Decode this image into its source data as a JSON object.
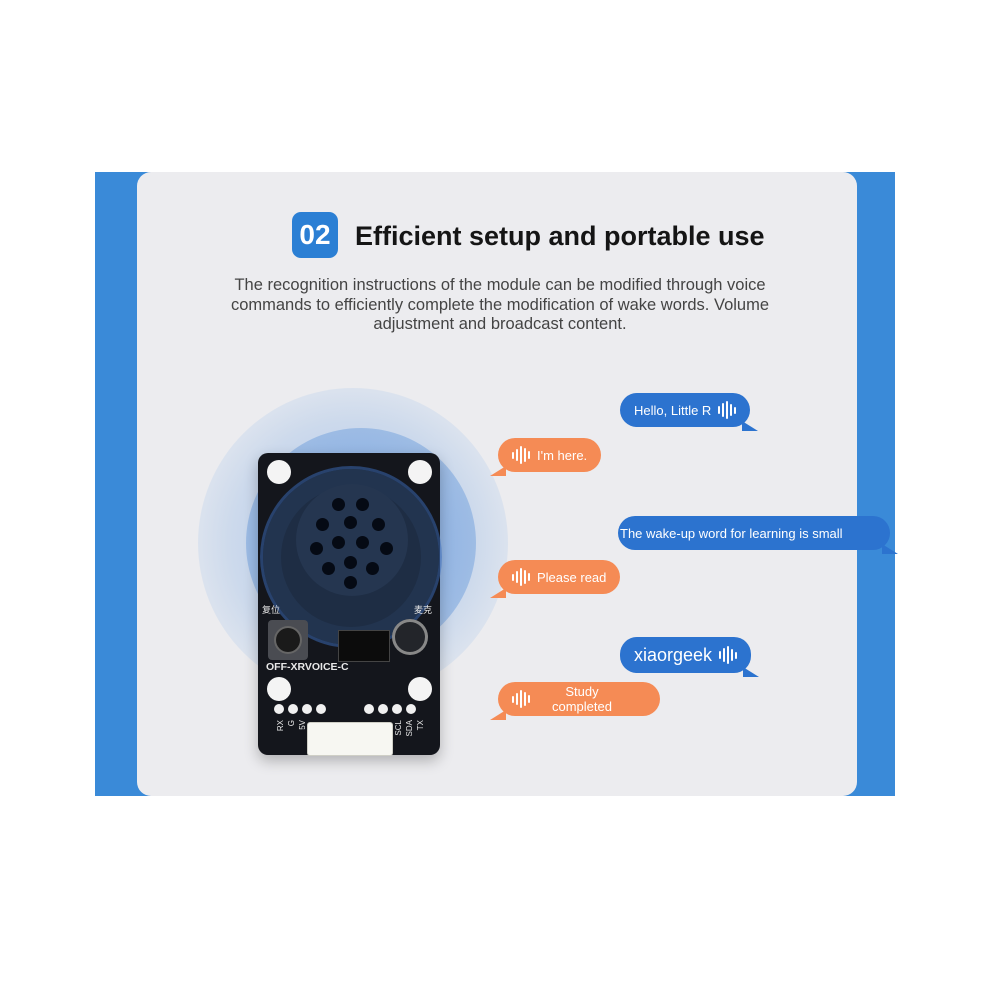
{
  "header": {
    "step_number": "02",
    "title": "Efficient setup and portable use",
    "description": "The recognition instructions of the module can be modified through voice commands to efficiently complete the modification of wake words. Volume adjustment and broadcast content."
  },
  "module": {
    "model_label": "OFF-XRVOICE-C",
    "reset_label": "复位",
    "mic_label": "麦克",
    "pins_left": [
      "RX",
      "G",
      "5V"
    ],
    "pins_right": [
      "SCL",
      "SDA",
      "TX"
    ]
  },
  "chat": [
    {
      "speaker": "user",
      "text": "Hello, Little R",
      "icon": "sound-wave-icon"
    },
    {
      "speaker": "device",
      "text": "I'm here.",
      "icon": "sound-wave-icon"
    },
    {
      "speaker": "user",
      "text": "The wake-up word for learning is small",
      "icon": "sound-wave-icon"
    },
    {
      "speaker": "device",
      "text": "Please read",
      "icon": "sound-wave-icon"
    },
    {
      "speaker": "user",
      "text": "xiaorgeek",
      "icon": "sound-wave-icon"
    },
    {
      "speaker": "device",
      "text": "Study completed",
      "icon": "sound-wave-icon"
    }
  ],
  "colors": {
    "frame_blue": "#3a8ad8",
    "user_bubble": "#2c73cf",
    "device_bubble": "#f58b55",
    "panel": "#ececef"
  }
}
